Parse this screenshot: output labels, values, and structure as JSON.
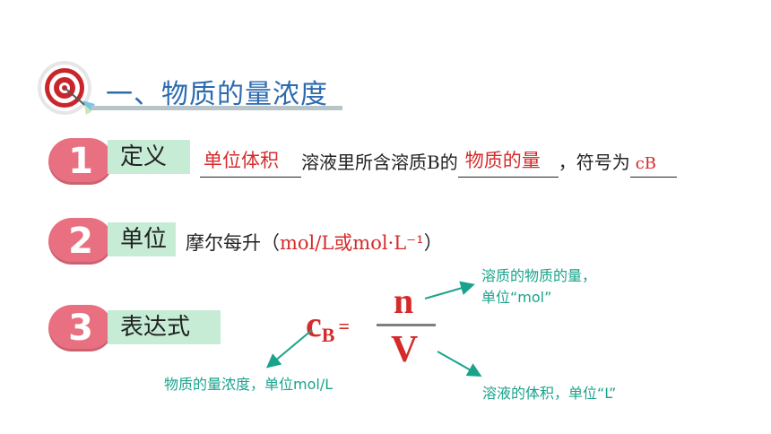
{
  "header": {
    "icon": "target-dart-icon",
    "title": "一、物质的量浓度"
  },
  "sections": [
    {
      "number": "1",
      "label": "定义"
    },
    {
      "number": "2",
      "label": "单位"
    },
    {
      "number": "3",
      "label": "表达式"
    }
  ],
  "definition": {
    "answer1": "单位体积",
    "text1": "溶液里所含溶质B的",
    "answer2": "物质的量",
    "text2": "，符号为",
    "answer3": "cB"
  },
  "unit": {
    "text": "摩尔每升（",
    "value": "mol/L或mol·L⁻¹",
    "close": "）"
  },
  "formula": {
    "lhs": "c",
    "lhs_sub": "B",
    "equals": "=",
    "numerator": "n",
    "denominator": "V"
  },
  "annotations": {
    "numerator_line1": "溶质的物质的量，",
    "numerator_line2": "单位“mol”",
    "lhs": "物质的量浓度，单位mol/L",
    "denominator": "溶液的体积，单位“L”"
  },
  "colors": {
    "accent_blue": "#2c6bb1",
    "number_pill": "#e87080",
    "label_bg": "#c6ecd6",
    "answer_red": "#d52b2b",
    "annotation_teal": "#1aa38c"
  }
}
